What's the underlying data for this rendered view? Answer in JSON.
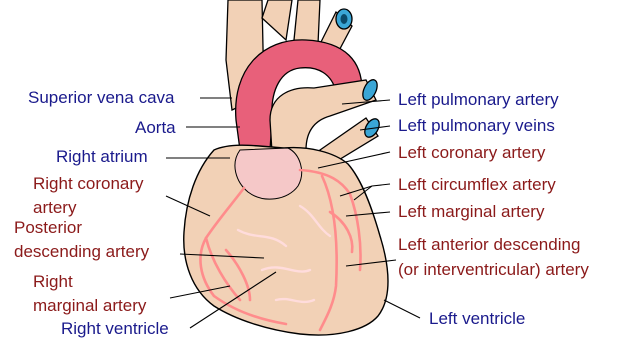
{
  "colors": {
    "vessel_label": "#1a1a8c",
    "artery_label": "#8b1a1a",
    "heart_tissue": "#f2d1b6",
    "aorta": "#e8607a",
    "coronary_artery": "#ff8c8c",
    "cardiac_vein": "#ffdcdc",
    "outline": "#000000",
    "pulmonary_vessel_opening": "#3aa6d6"
  },
  "labels": {
    "superior_vena_cava": "Superior vena cava",
    "aorta": "Aorta",
    "right_atrium": "Right atrium",
    "right_coronary_artery_1": "Right coronary",
    "right_coronary_artery_2": "artery",
    "posterior_descending_1": "Posterior",
    "posterior_descending_2": "descending artery",
    "right_marginal_1": "Right",
    "right_marginal_2": "marginal artery",
    "right_ventricle": "Right ventricle",
    "left_pulmonary_artery": "Left pulmonary artery",
    "left_pulmonary_veins": "Left pulmonary veins",
    "left_coronary_artery": "Left coronary artery",
    "left_circumflex_artery": "Left circumflex artery",
    "left_marginal_artery": "Left marginal artery",
    "lad_1": "Left anterior descending",
    "lad_2": "(or interventricular) artery",
    "left_ventricle": "Left ventricle"
  }
}
